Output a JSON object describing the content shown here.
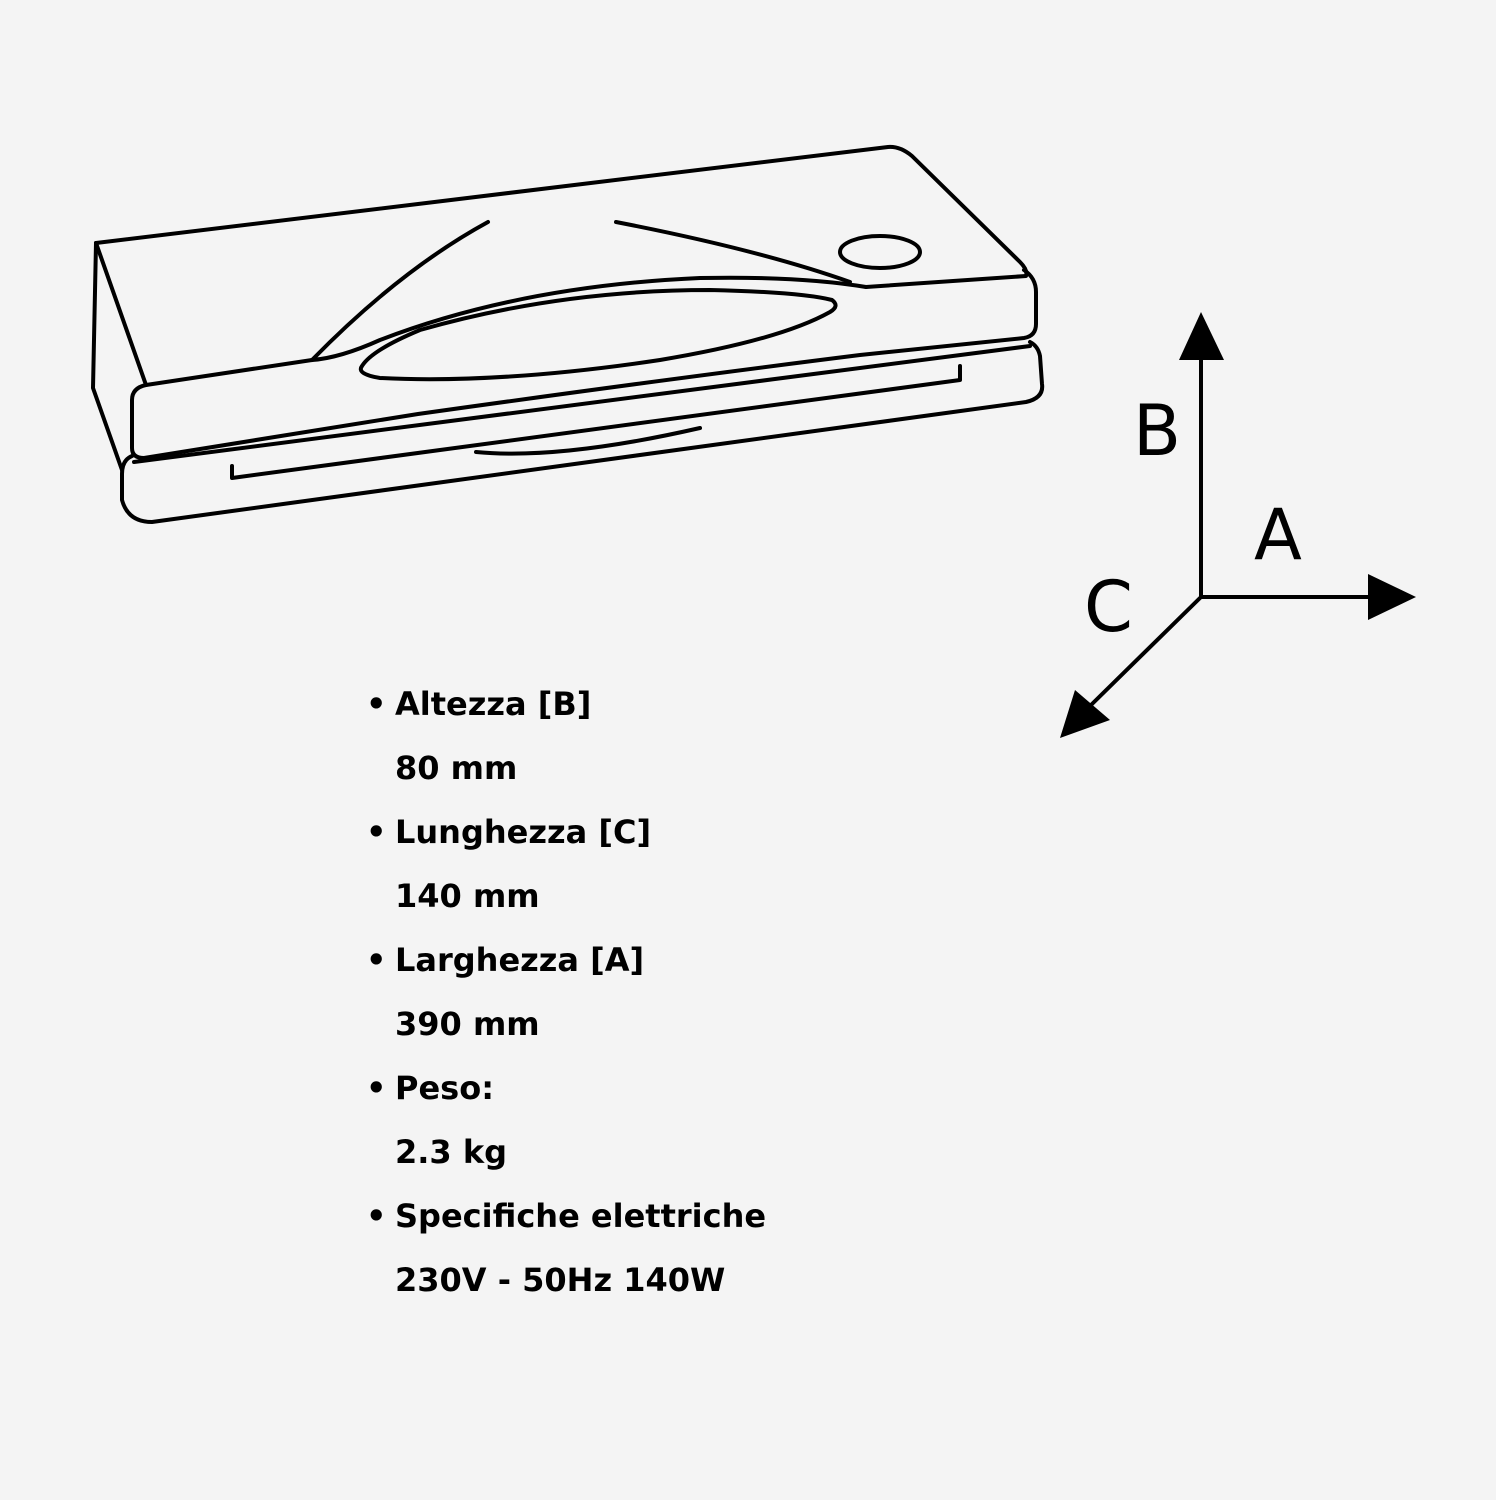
{
  "axes": {
    "a_label": "A",
    "b_label": "B",
    "c_label": "C"
  },
  "specs": [
    {
      "label": "Altezza [B]",
      "value": "80 mm"
    },
    {
      "label": "Lunghezza [C]",
      "value": "140 mm"
    },
    {
      "label": "Larghezza [A]",
      "value": "390 mm"
    },
    {
      "label": "Peso:",
      "value": "2.3 kg"
    },
    {
      "label": "Specifiche elettriche",
      "value": "230V - 50Hz 140W"
    }
  ],
  "colors": {
    "background": "#f4f4f4",
    "ink": "#000000"
  },
  "icons": {
    "bullet": "•"
  }
}
